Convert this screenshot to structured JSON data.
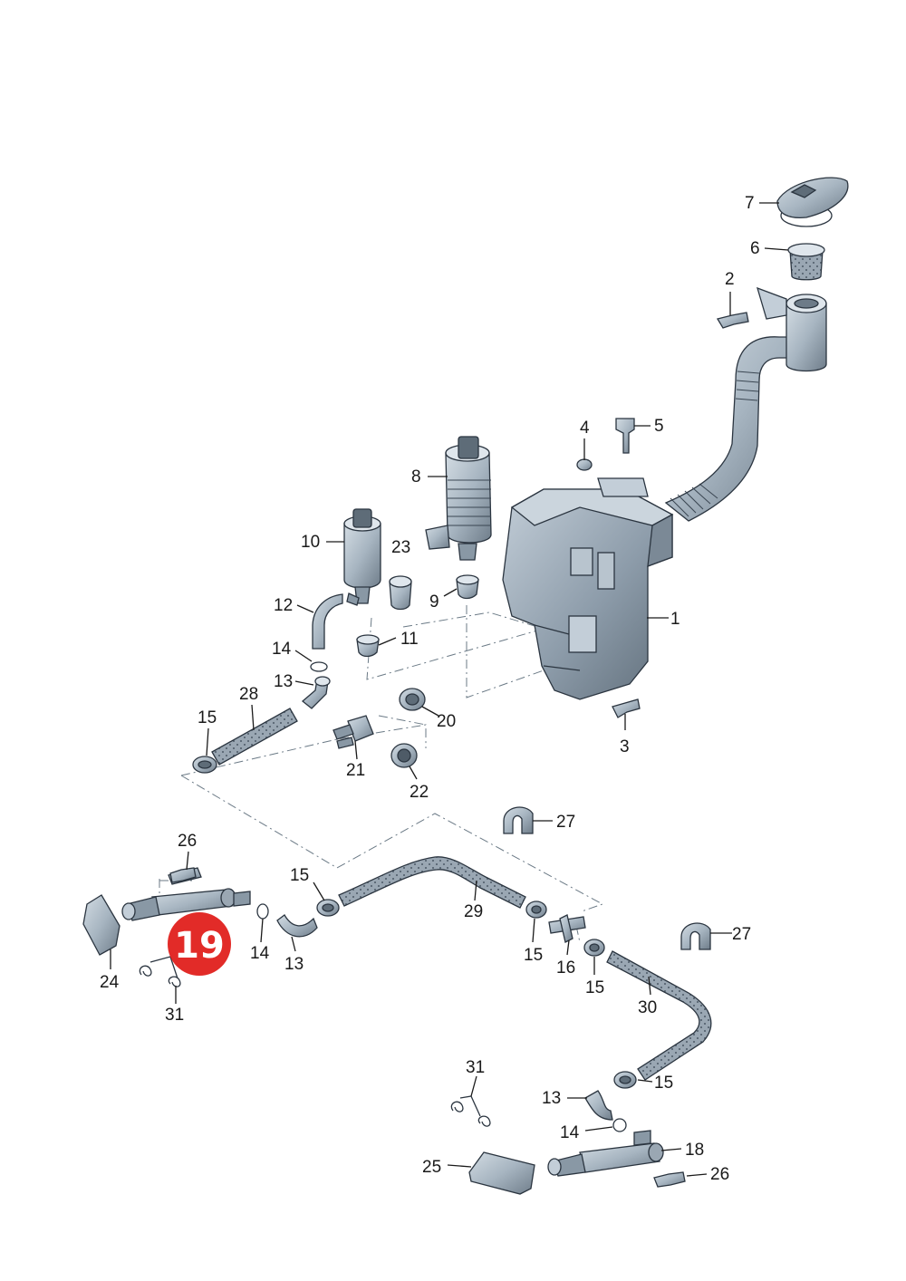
{
  "labels": {
    "l1": "1",
    "l2": "2",
    "l3": "3",
    "l4": "4",
    "l5": "5",
    "l6": "6",
    "l7": "7",
    "l8": "8",
    "l9": "9",
    "l10": "10",
    "l11": "11",
    "l12": "12",
    "l13a": "13",
    "l13b": "13",
    "l13c": "13",
    "l14a": "14",
    "l14b": "14",
    "l14c": "14",
    "l15a": "15",
    "l15b": "15",
    "l15c": "15",
    "l15d": "15",
    "l15e": "15",
    "l16": "16",
    "l18": "18",
    "l20": "20",
    "l21": "21",
    "l22": "22",
    "l23": "23",
    "l24": "24",
    "l25": "25",
    "l26a": "26",
    "l26b": "26",
    "l27a": "27",
    "l27b": "27",
    "l28": "28",
    "l29": "29",
    "l30": "30",
    "l31a": "31",
    "l31b": "31"
  },
  "highlight": {
    "label": "19",
    "color": "#e0201c"
  },
  "colors": {
    "part_fill": "#aebbc6",
    "part_dark": "#7c8a96",
    "hose_fill": "#93a1ad",
    "line": "#1a1a1a"
  }
}
